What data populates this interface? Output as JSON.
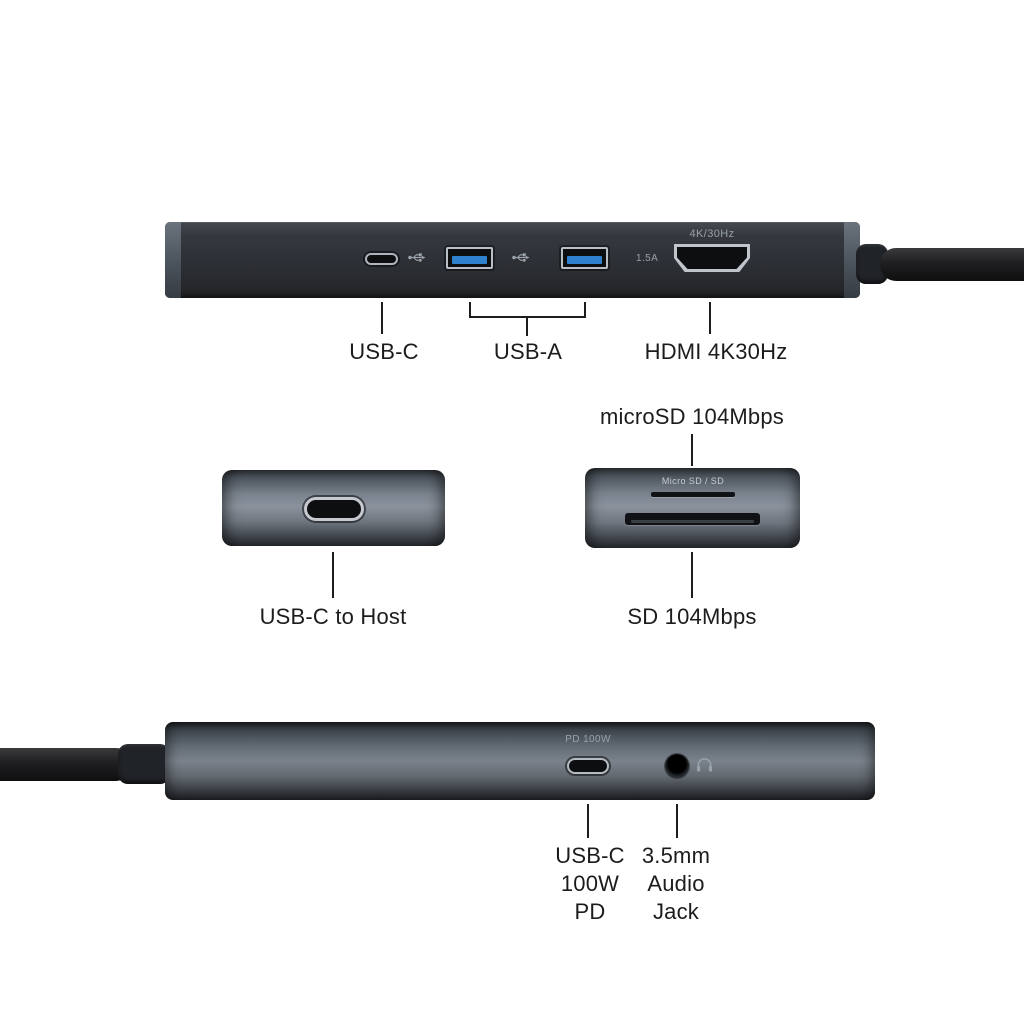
{
  "colors": {
    "port_blue": "#2f80cd",
    "marking_gray": "#98a0a9",
    "callout_line": "#1d1d1f",
    "label_text": "#1c1c1e",
    "device_dark": "#2b2e33",
    "device_metal": "#7a828d"
  },
  "front_view": {
    "hdmi_marking": "4K/30Hz",
    "usb_current_marking": "1.5A",
    "callout_usbc": "USB-C",
    "callout_usba": "USB-A",
    "callout_hdmi": "HDMI 4K30Hz"
  },
  "host_view": {
    "callout": "USB-C to Host"
  },
  "card_view": {
    "marking": "Micro SD / SD",
    "callout_top": "microSD 104Mbps",
    "callout_bottom": "SD 104Mbps"
  },
  "back_view": {
    "usbc_marking": "PD 100W",
    "callout_pd": [
      "USB-C",
      "100W",
      "PD"
    ],
    "callout_audio": [
      "3.5mm",
      "Audio",
      "Jack"
    ]
  }
}
